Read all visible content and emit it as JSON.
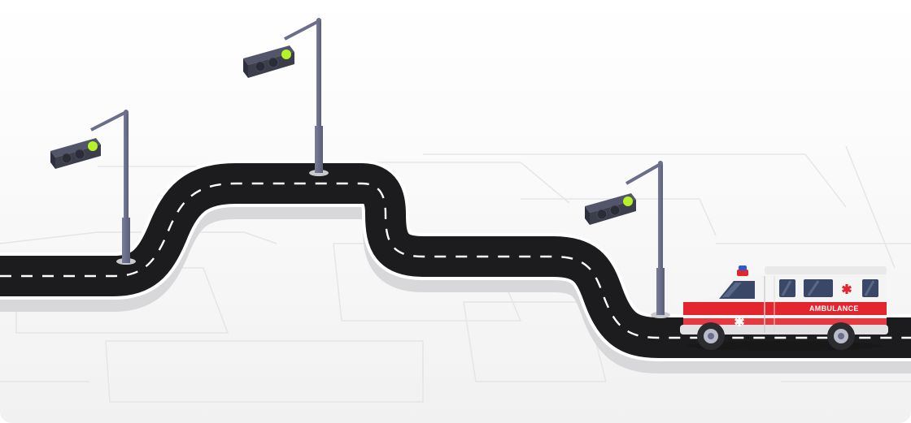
{
  "scene": {
    "description_free": true,
    "colors": {
      "background_top": "#ffffff",
      "background_bottom": "#f1f1f2",
      "road": "#1c1c1e",
      "road_edge": "#ffffff",
      "road_shadow": "#d6d6d8",
      "lane_marking": "#ffffff",
      "pole": "#6b6e8a",
      "signal_housing": "#3c3e4c",
      "signal_green": "#b6f22a",
      "ambulance_body": "#f4f4f4",
      "ambulance_stripe": "#e3262e",
      "ambulance_window": "#3a4766"
    },
    "traffic_lights": [
      {
        "id": "left",
        "signal": "green"
      },
      {
        "id": "center",
        "signal": "green"
      },
      {
        "id": "right",
        "signal": "green"
      }
    ],
    "vehicle": {
      "type": "ambulance",
      "label": "AMBULANCE",
      "icon": "star-of-life-icon"
    }
  }
}
